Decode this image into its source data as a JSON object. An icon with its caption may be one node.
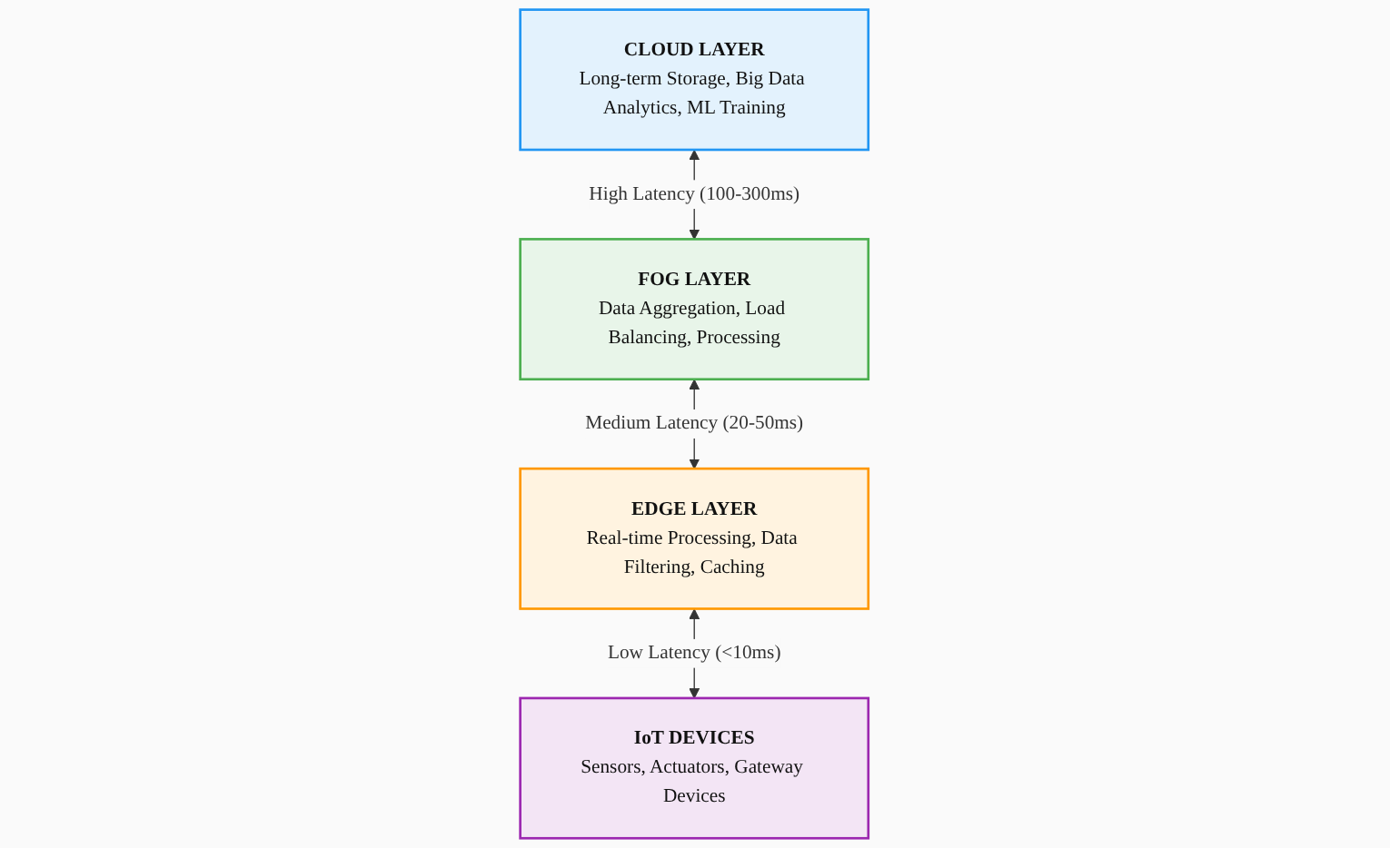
{
  "diagram": {
    "nodes": [
      {
        "text": [
          "CLOUD LAYER",
          "Long-term Storage, Big Data Analytics, ML Training"
        ]
      },
      {
        "text": [
          "FOG LAYER",
          "Data Aggregation, Load Balancing, Processing"
        ]
      },
      {
        "text": [
          "EDGE LAYER",
          "Real-time Processing, Data Filtering, Caching"
        ]
      },
      {
        "text": [
          "IoT DEVICES",
          "Sensors, Actuators, Gateway Devices"
        ]
      }
    ],
    "edges": [
      {
        "from": 0,
        "to": 1,
        "arrow": "both",
        "label": "High Latency (100-300ms)"
      },
      {
        "from": 1,
        "to": 2,
        "arrow": "both",
        "label": "Medium Latency (20-50ms)"
      },
      {
        "from": 2,
        "to": 3,
        "arrow": "both",
        "label": "Low Latency (<10ms)"
      }
    ]
  }
}
